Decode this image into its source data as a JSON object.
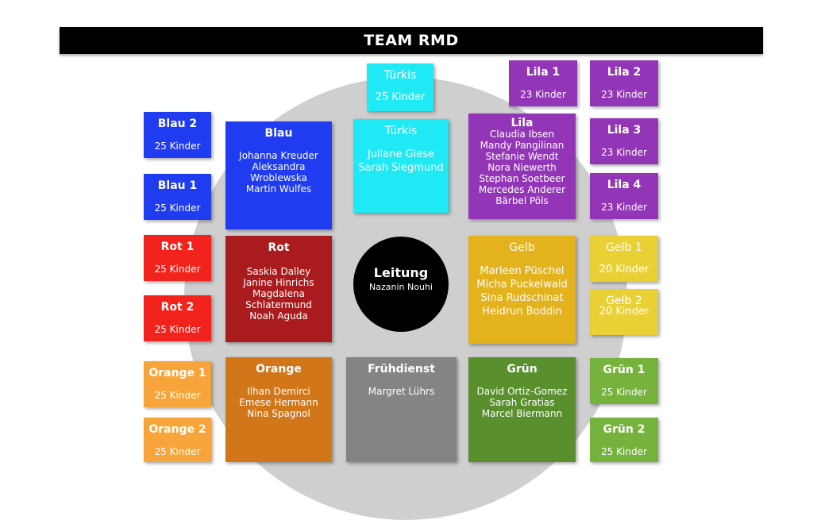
{
  "title": "TEAM RMD",
  "center": {
    "title": "Leitung",
    "name": "Nazanin Nouhi"
  },
  "groups": {
    "blau": {
      "title": "Blau",
      "members": [
        "Johanna Kreuder",
        "Aleksandra",
        "Wroblewska",
        "Martin Wulfes"
      ]
    },
    "tuerkis": {
      "title": "Türkis",
      "members": [
        "Juliane Giese",
        "Sarah Siegmund"
      ]
    },
    "lila": {
      "title": "Lila",
      "members": [
        "Claudia Ibsen",
        "Mandy Pangilinan",
        "Stefanie Wendt",
        "Nora Niewerth",
        "Stephan Soetbeer",
        "Mercedes Anderer",
        "Bärbel Pöls"
      ]
    },
    "rot": {
      "title": "Rot",
      "members": [
        "Saskia Dalley",
        "Janine Hinrichs",
        "Magdalena",
        "Schlatermund",
        "Noah Aguda"
      ]
    },
    "gelb": {
      "title": "Gelb",
      "members": [
        "Marleen Püschel",
        "Micha Puckelwald",
        "Sina Rudschinat",
        "Heidrun Boddin"
      ]
    },
    "orange": {
      "title": "Orange",
      "members": [
        "Ilhan Demirci",
        "Emese Hermann",
        "Nina Spagnol"
      ]
    },
    "fruehdienst": {
      "title": "Frühdienst",
      "members": [
        "Margret Lührs"
      ]
    },
    "gruen": {
      "title": "Grün",
      "members": [
        "David Ortiz-Gomez",
        "Sarah Gratias",
        "Marcel Biermann"
      ]
    }
  },
  "classes": {
    "tuerkis": {
      "title": "Türkis",
      "count": "25 Kinder"
    },
    "lila1": {
      "title": "Lila 1",
      "count": "23 Kinder"
    },
    "lila2": {
      "title": "Lila 2",
      "count": "23 Kinder"
    },
    "lila3": {
      "title": "Lila 3",
      "count": "23 Kinder"
    },
    "lila4": {
      "title": "Lila 4",
      "count": "23 Kinder"
    },
    "blau2": {
      "title": "Blau 2",
      "count": "25 Kinder"
    },
    "blau1": {
      "title": "Blau 1",
      "count": "25 Kinder"
    },
    "rot1": {
      "title": "Rot 1",
      "count": "25 Kinder"
    },
    "rot2": {
      "title": "Rot 2",
      "count": "25 Kinder"
    },
    "gelb1": {
      "title": "Gelb 1",
      "count": "20 Kinder"
    },
    "gelb2": {
      "title": "Gelb 2",
      "count": "20 Kinder"
    },
    "orange1": {
      "title": "Orange 1",
      "count": "25 Kinder"
    },
    "orange2": {
      "title": "Orange 2",
      "count": "25 Kinder"
    },
    "gruen1": {
      "title": "Grün 1",
      "count": "25 Kinder"
    },
    "gruen2": {
      "title": "Grün 2",
      "count": "25 Kinder"
    }
  },
  "colors": {
    "blau": "#1f3cf0",
    "tuerkis": "#1fe9f5",
    "lila": "#9236b7",
    "rot": "#f2231c",
    "rot_dark": "#a91b1c",
    "gelb": "#e4b21c",
    "orange": "#f7a53a",
    "orange_dark": "#d1771a",
    "fruehdienst": "#848484",
    "gruen": "#5a8f2e",
    "gruen_light": "#76b33c"
  }
}
